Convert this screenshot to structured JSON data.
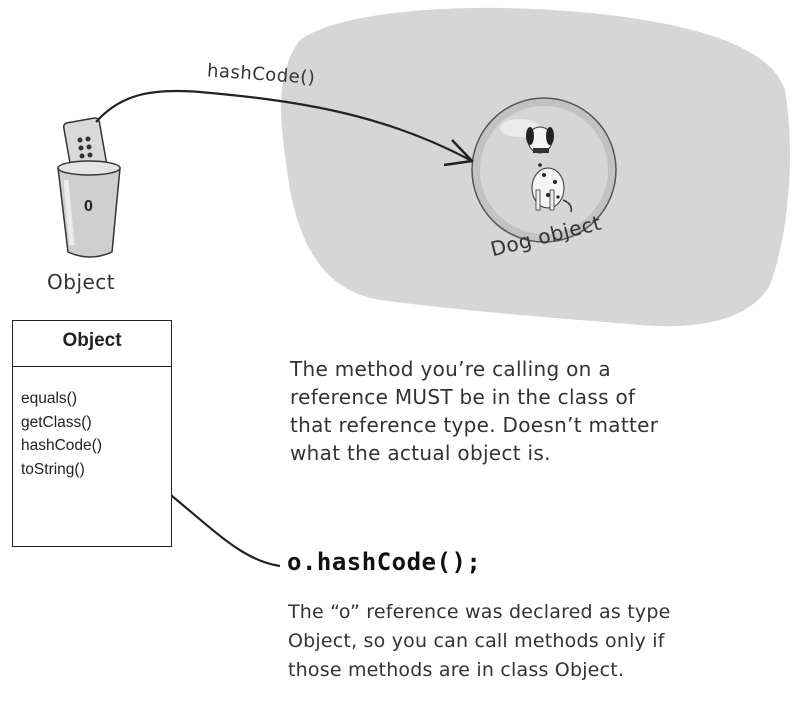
{
  "call_label": "hashCode()",
  "dog_label": "Dog object",
  "ref_label": "Object",
  "cup_value": "0",
  "uml": {
    "title": "Object",
    "methods": [
      "equals()",
      "getClass()",
      "hashCode()",
      "toString()"
    ]
  },
  "note1": [
    "The method you’re calling on a",
    "reference MUST be in the class of",
    "that reference type. Doesn’t matter",
    "what the actual object is."
  ],
  "code": "o.hashCode();",
  "note2": [
    "The “o” reference was declared as type",
    "Object, so you can call methods only if",
    "those methods are in class Object."
  ],
  "colors": {
    "heap": "#d6d6d6",
    "bubble": "#b9b9b9",
    "ink": "#222222"
  }
}
